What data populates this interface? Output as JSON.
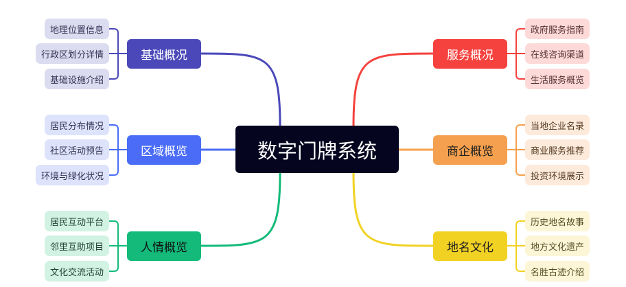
{
  "root": {
    "label": "数字门牌系统"
  },
  "branches": [
    {
      "label": "基础概况",
      "side": "left",
      "color": "#4b49b9",
      "text_color": "#ffffff",
      "leaf_bg": "#dcdcf0",
      "leaf_text": "#333355",
      "leaves": [
        "地理位置信息",
        "行政区划分详情",
        "基础设施介绍"
      ]
    },
    {
      "label": "区域概览",
      "side": "left",
      "color": "#4a6cf7",
      "text_color": "#ffffff",
      "leaf_bg": "#dde3fb",
      "leaf_text": "#333355",
      "leaves": [
        "居民分布情况",
        "社区活动预告",
        "环境与绿化状况"
      ]
    },
    {
      "label": "人情概览",
      "side": "left",
      "color": "#13ba7a",
      "text_color": "#111111",
      "leaf_bg": "#d2f3e4",
      "leaf_text": "#224433",
      "leaves": [
        "居民互动平台",
        "邻里互助项目",
        "文化交流活动"
      ]
    },
    {
      "label": "服务概况",
      "side": "right",
      "color": "#f5423e",
      "text_color": "#ffffff",
      "leaf_bg": "#fdd9d8",
      "leaf_text": "#553333",
      "leaves": [
        "政府服务指南",
        "在线咨询渠道",
        "生活服务概览"
      ]
    },
    {
      "label": "商企概览",
      "side": "right",
      "color": "#f5a04e",
      "text_color": "#222222",
      "leaf_bg": "#fdeadb",
      "leaf_text": "#553a22",
      "leaves": [
        "当地企业名录",
        "商业服务推荐",
        "投资环境展示"
      ]
    },
    {
      "label": "地名文化",
      "side": "right",
      "color": "#f1d223",
      "text_color": "#222222",
      "leaf_bg": "#fcf6d6",
      "leaf_text": "#554a22",
      "leaves": [
        "历史地名故事",
        "地方文化遗产",
        "名胜古迹介绍"
      ]
    }
  ]
}
